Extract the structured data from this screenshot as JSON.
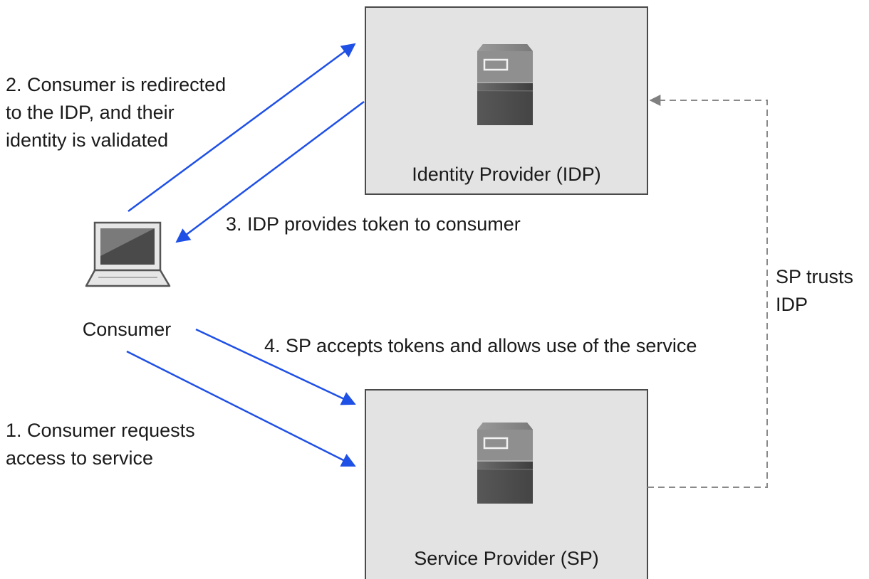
{
  "colors": {
    "flow_arrow": "#1f50e6",
    "trust_arrow": "#8a8a8a",
    "box_fill": "#e3e3e3",
    "box_border": "#4a4a4a",
    "text": "#1a1a1a"
  },
  "nodes": {
    "idp": {
      "label": "Identity Provider (IDP)",
      "icon": "server-icon"
    },
    "sp": {
      "label": "Service Provider (SP)",
      "icon": "server-icon"
    },
    "consumer": {
      "label": "Consumer",
      "icon": "laptop-icon"
    }
  },
  "steps": {
    "step1": {
      "lines": [
        "1. Consumer requests",
        "access to service"
      ]
    },
    "step2": {
      "lines": [
        "2. Consumer is redirected",
        "to the IDP, and their",
        "identity is validated"
      ]
    },
    "step3": {
      "lines": [
        "3. IDP provides token to consumer"
      ]
    },
    "step4": {
      "lines": [
        "4. SP accepts tokens and allows use of the service"
      ]
    }
  },
  "trust": {
    "lines": [
      "SP trusts",
      "IDP"
    ]
  }
}
